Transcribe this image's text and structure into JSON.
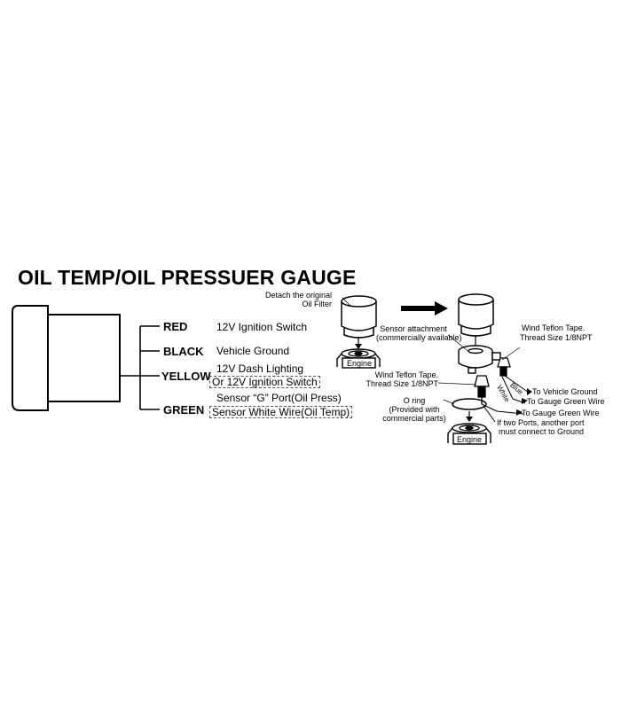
{
  "title": "OIL TEMP/OIL PRESSUER GAUGE",
  "wires": [
    {
      "color": "RED",
      "desc": [
        "12V Ignition Switch"
      ]
    },
    {
      "color": "BLACK",
      "desc": [
        "Vehicle Ground"
      ]
    },
    {
      "color": "YELLOW",
      "desc": [
        "12V Dash Lighting",
        "Or 12V Ignition Switch"
      ]
    },
    {
      "color": "GREEN",
      "desc": [
        "Sensor “G” Port(Oil Press)",
        "Sensor White Wire(Oil Temp)"
      ]
    }
  ],
  "install": {
    "detach_filter": [
      "Detach the original",
      "Oil Filter"
    ],
    "engine_label": "Engine",
    "sensor_attachment": [
      "Sensor attachment",
      "(commercially available)"
    ],
    "teflon_right": [
      "Wind Teflon Tape.",
      "Thread Size 1/8NPT"
    ],
    "teflon_left": [
      "Wind Teflon Tape.",
      "Thread Size 1/8NPT"
    ],
    "o_ring": [
      "O ring",
      "(Provided with",
      "commercial parts)"
    ],
    "wire_blue": "Blue",
    "wire_white": "White",
    "to_ground": "To Vehicle Ground",
    "to_green_1": "To Gauge Green Wire",
    "to_green_2": "To Gauge Green Wire",
    "two_ports_note": [
      "If two Ports, another port",
      "must connect to Ground"
    ]
  }
}
